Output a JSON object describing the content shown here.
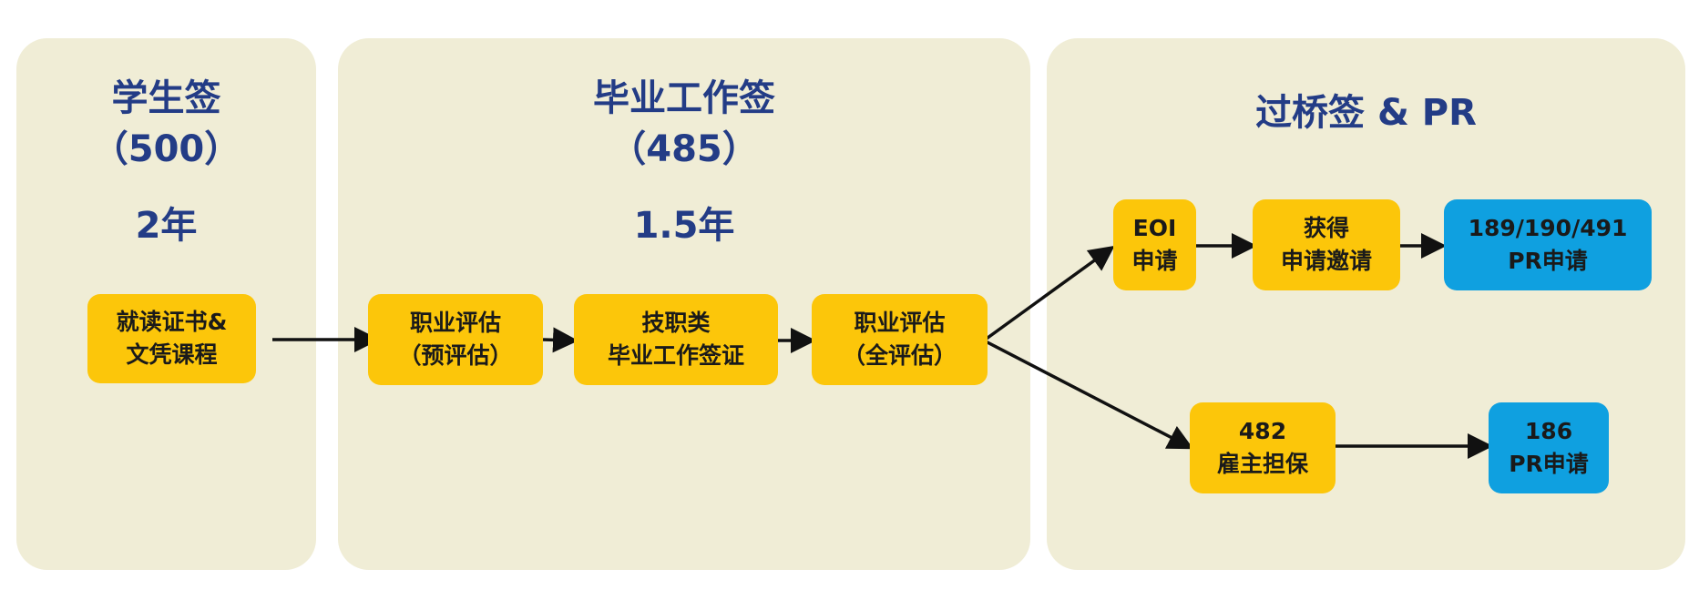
{
  "stages": [
    {
      "title": "学生签",
      "code": "（500）",
      "duration": "2年"
    },
    {
      "title": "毕业工作签",
      "code": "（485）",
      "duration": "1.5年"
    },
    {
      "title": "过桥签 & PR"
    }
  ],
  "nodes": {
    "study": [
      "就读证书&",
      "文凭课程"
    ],
    "pre_assess": [
      "职业评估",
      "（预评估）"
    ],
    "tss": [
      "技职类",
      "毕业工作签证"
    ],
    "full_assess": [
      "职业评估",
      "（全评估）"
    ],
    "eoi": [
      "EOI",
      "申请"
    ],
    "invite": [
      "获得",
      "申请邀请"
    ],
    "pr_skilled": [
      "189/190/491",
      "PR申请"
    ],
    "sponsor": [
      "482",
      "雇主担保"
    ],
    "pr_186": [
      "186",
      "PR申请"
    ]
  },
  "colors": {
    "panel": "#f0edd6",
    "title": "#233c86",
    "step": "#fcc60a",
    "pr": "#0fa0e0"
  }
}
